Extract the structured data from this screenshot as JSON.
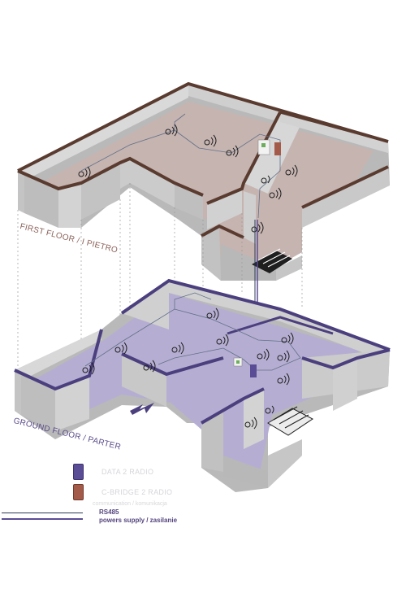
{
  "labels": {
    "first_floor": "FIRST FLOOR",
    "first_floor_separator": "/",
    "first_floor_local": "I PIETRO",
    "ground_floor": "GROUND FLOOR /",
    "ground_floor_local": "PARTER"
  },
  "legend": {
    "items": [
      {
        "label": "DATA 2 RADIO",
        "color": "#d6d6dc"
      },
      {
        "label": "C-BRIDGE 2 RADIO",
        "color": "#d6d6dc"
      },
      {
        "label": "communication / komunikacja",
        "color": "#d6d6dc"
      }
    ],
    "rs485": "RS485",
    "power": "powers supply / zasilanie"
  },
  "colors": {
    "wall": "#c9c9c9",
    "wall_top_first": "#5a3b30",
    "wall_top_ground": "#4c3f7e",
    "floor_first": "#c4b1ae",
    "floor_ground": "#b8b1d5",
    "accent": "#5b4d95"
  }
}
